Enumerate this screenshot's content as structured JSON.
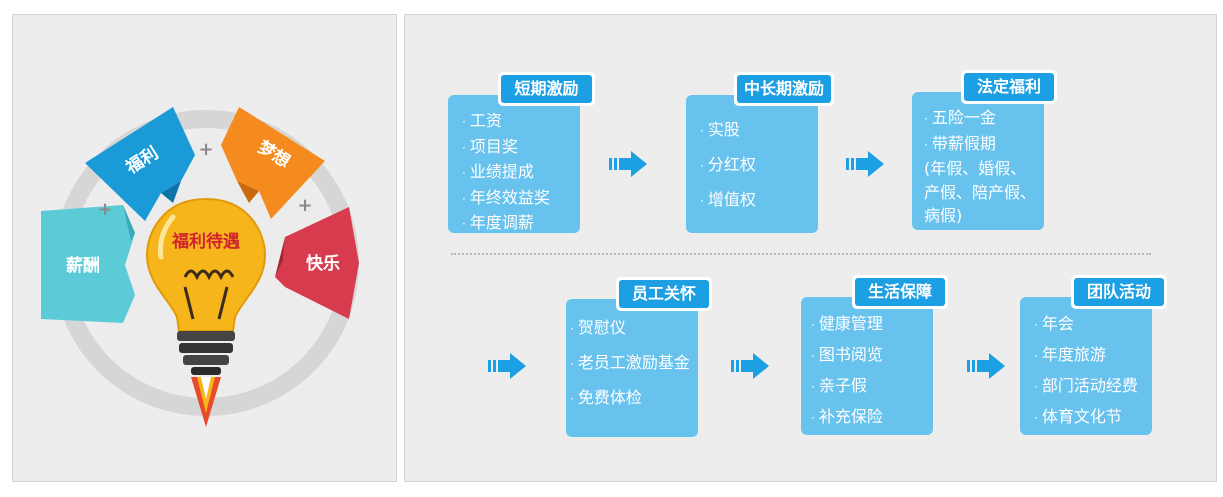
{
  "center_label": "福利待遇",
  "segments": [
    "薪酬",
    "福利",
    "梦想",
    "快乐"
  ],
  "plus_sign": "+",
  "colors": {
    "salary": "#5ccbd8",
    "welfare": "#1a9ad6",
    "dream": "#f58b1f",
    "happy": "#d83b4d",
    "card": "#67c2ee",
    "title": "#1d9fe3",
    "bulb": "#f7b51c"
  },
  "cards": [
    {
      "title": "短期激励",
      "items": [
        "工资",
        "项目奖",
        "业绩提成",
        "年终效益奖",
        "年度调薪"
      ]
    },
    {
      "title": "中长期激励",
      "items": [
        "实股",
        "分红权",
        "增值权"
      ]
    },
    {
      "title": "法定福利",
      "items": [
        "五险一金",
        "带薪假期",
        "(年假、婚假、",
        "产假、陪产假、",
        "病假)"
      ]
    },
    {
      "title": "员工关怀",
      "items": [
        "贺慰仪",
        "老员工激励基金",
        "免费体检"
      ]
    },
    {
      "title": "生活保障",
      "items": [
        "健康管理",
        "图书阅览",
        "亲子假",
        "补充保险"
      ]
    },
    {
      "title": "团队活动",
      "items": [
        "年会",
        "年度旅游",
        "部门活动经费",
        "体育文化节"
      ]
    }
  ]
}
